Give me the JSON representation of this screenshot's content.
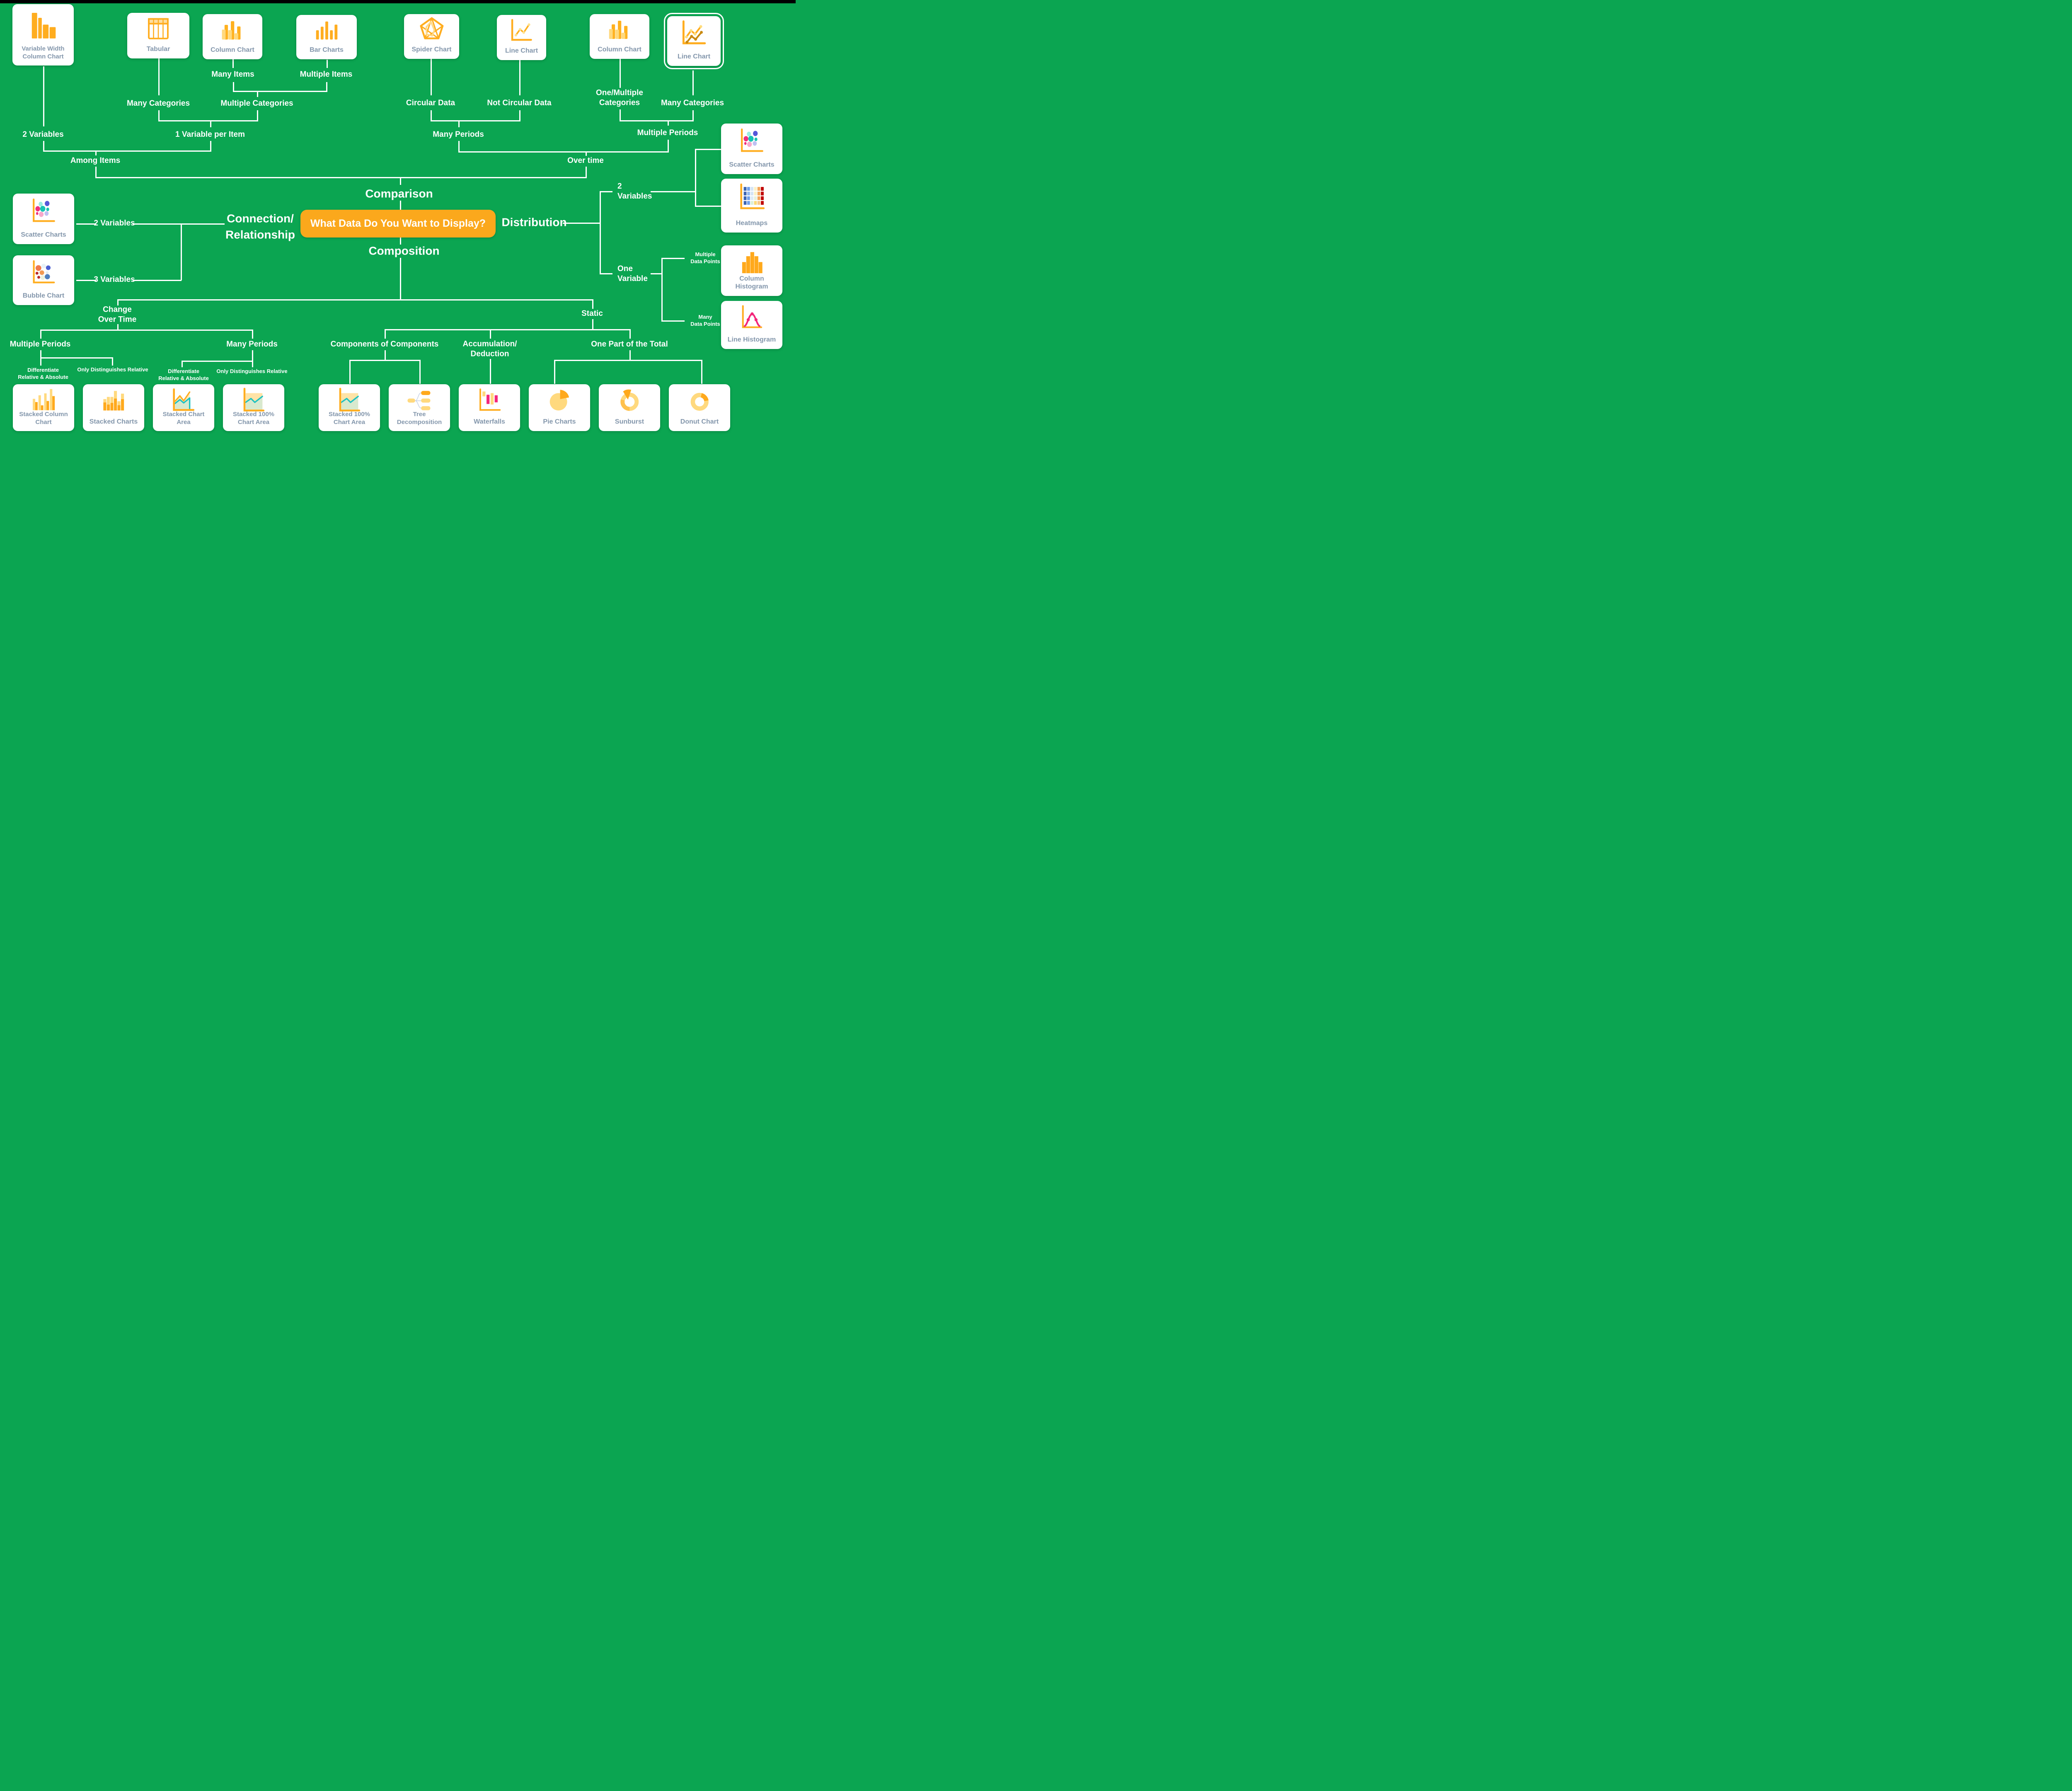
{
  "colors": {
    "background": "#0BA551",
    "accent_orange": "#FFA91C",
    "accent_orange_light": "#FFD97E",
    "card_label_gray": "#8497AC",
    "magenta": "#F3267A",
    "teal": "#1EC2C2",
    "connector_white": "#FFFFFF"
  },
  "center_box": {
    "text": "What Data Do You Want to Display?"
  },
  "branches": {
    "comparison": "Comparison",
    "connection_l1": "Connection/",
    "connection_l2": "Relationship",
    "distribution": "Distribution",
    "composition": "Composition"
  },
  "nodes": {
    "many_items": "Many Items",
    "multiple_items": "Multiple Items",
    "many_categories": "Many Categories",
    "multiple_categories": "Multiple Categories",
    "one_variable_per_item": "1 Variable per Item",
    "two_variables": "2 Variables",
    "among_items": "Among Items",
    "circular_data": "Circular Data",
    "not_circular_data": "Not Circular Data",
    "one_multiple_l1": "One/Multiple",
    "one_multiple_l2": "Categories",
    "many_categories_right": "Many Categories",
    "many_periods": "Many Periods",
    "multiple_periods": "Multiple Periods",
    "over_time": "Over time",
    "scatter_two_variables": "2 Variables",
    "scatter_three_variables": "3 Variables",
    "dist_two_l1": "2",
    "dist_two_l2": "Variables",
    "dist_one_l1": "One",
    "dist_one_l2": "Variable",
    "multiple_dp_l1": "Multiple",
    "multiple_dp_l2": "Data Points",
    "many_dp_l1": "Many",
    "many_dp_l2": "Data Points",
    "change_l1": "Change",
    "change_l2": "Over Time",
    "static": "Static",
    "multiple_periods_b": "Multiple Periods",
    "many_periods_b": "Many Periods",
    "diff_l1": "Differentiate",
    "diff_l2": "Relative & Absolute",
    "only_distinguishes": "Only Distinguishes Relative",
    "components_of_components": "Components of Components",
    "accumulation_l1": "Accumulation/",
    "accumulation_l2": "Deduction",
    "one_part_of_total": "One Part of the Total"
  },
  "cards": {
    "variable_width_column_chart": "Variable Width Column Chart",
    "tabular": "Tabular",
    "column_chart_top": "Column Chart",
    "bar_charts": "Bar Charts",
    "spider_chart": "Spider Chart",
    "line_chart_top": "Line Chart",
    "column_chart_right": "Column Chart",
    "line_chart_right": "Line Chart",
    "scatter_charts_left": "Scatter Charts",
    "bubble_chart": "Bubble Chart",
    "scatter_charts_right": "Scatter Charts",
    "heatmaps": "Heatmaps",
    "column_histogram": "Column Histogram",
    "line_histogram": "Line Histogram",
    "stacked_column_chart": "Stacked Column Chart",
    "stacked_charts": "Stacked Charts",
    "stacked_chart_area": "Stacked Chart Area",
    "stacked_100_chart_area": "Stacked 100% Chart Area",
    "stacked_100_chart_area_2": "Stacked 100% Chart Area",
    "tree_decomposition": "Tree Decomposition",
    "waterfalls": "Waterfalls",
    "pie_charts": "Pie Charts",
    "sunburst": "Sunburst",
    "donut_chart": "Donut Chart"
  }
}
